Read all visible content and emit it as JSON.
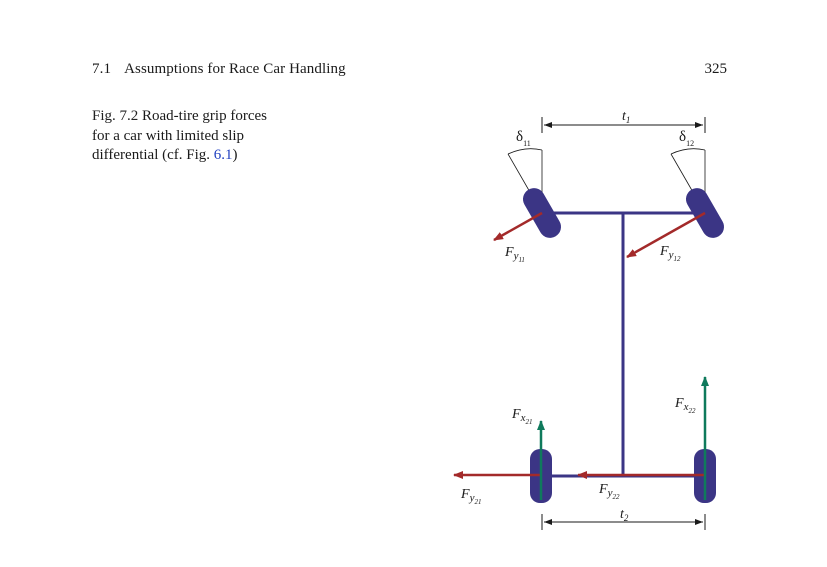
{
  "header": {
    "section_number": "7.1",
    "section_title": "Assumptions for Race Car Handling",
    "page_number": "325"
  },
  "caption": {
    "figure_label": "Fig. 7.2",
    "text_before_ref": "Road-tire grip forces for a car with limited slip differential (cf. Fig.",
    "ref": "6.1",
    "text_after_ref": ")"
  },
  "figure": {
    "colors": {
      "frame": "#3b3585",
      "tire": "#3b3585",
      "lateral_force": "#a32a2a",
      "longitudinal_force": "#0f7a5c",
      "dimension": "#1a1a1a"
    },
    "labels": {
      "track_front": {
        "base": "t",
        "sub": "1"
      },
      "track_rear": {
        "base": "t",
        "sub": "2"
      },
      "steer_left": {
        "base": "δ",
        "sub": "11"
      },
      "steer_right": {
        "base": "δ",
        "sub": "12"
      },
      "fy11": {
        "base": "F",
        "mid": "y",
        "sub": "11"
      },
      "fy12": {
        "base": "F",
        "mid": "y",
        "sub": "12"
      },
      "fy21": {
        "base": "F",
        "mid": "y",
        "sub": "21"
      },
      "fy22": {
        "base": "F",
        "mid": "y",
        "sub": "22"
      },
      "fx21": {
        "base": "F",
        "mid": "x",
        "sub": "21"
      },
      "fx22": {
        "base": "F",
        "mid": "x",
        "sub": "22"
      }
    }
  }
}
